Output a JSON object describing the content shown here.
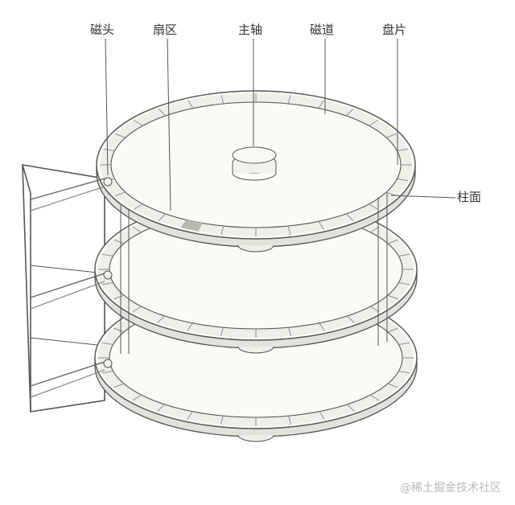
{
  "labels": {
    "head": "磁头",
    "sector": "扇区",
    "spindle": "主轴",
    "track": "磁道",
    "platter": "盘片",
    "cylinder": "柱面"
  },
  "watermark": "@稀土掘金技术社区",
  "colors": {
    "line": "#555555",
    "disk_face": "#fbfaf4",
    "disk_edge": "#e2e2da",
    "track_band": "#efefe8",
    "sector_shade": "#b9b9b0",
    "text": "#333333",
    "watermark": "#b8b8b8"
  }
}
